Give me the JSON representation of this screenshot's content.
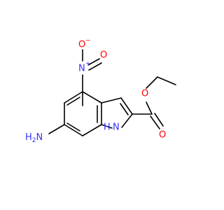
{
  "molecule": {
    "atoms": {
      "nitro_n": {
        "symbol": "N",
        "charge": "+"
      },
      "nitro_o_top": {
        "symbol": "O",
        "charge": "−"
      },
      "nitro_o_right": {
        "symbol": "O"
      },
      "ester_o_single": {
        "symbol": "O"
      },
      "ester_o_double": {
        "symbol": "O"
      },
      "amine": {
        "symbol": "H2N"
      },
      "ring_nh_n": {
        "symbol": "N"
      },
      "ring_nh_h": {
        "symbol": "H"
      }
    }
  },
  "colors": {
    "bond": "#000000",
    "carbon": "#000000",
    "nitrogen": "#3333ff",
    "oxygen": "#ff0000"
  }
}
